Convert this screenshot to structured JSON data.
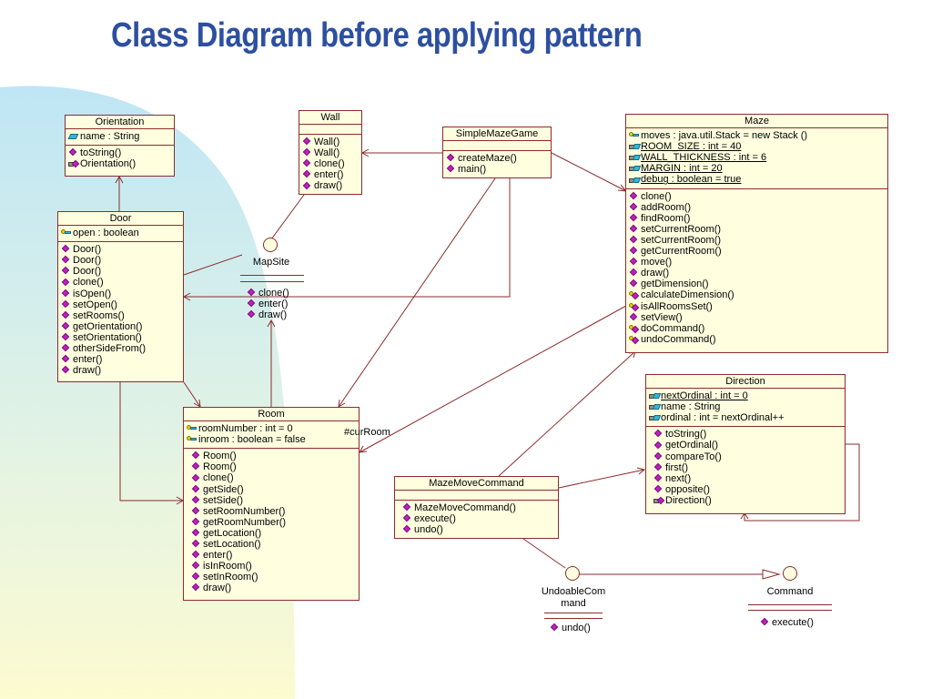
{
  "title": "Class Diagram before applying pattern",
  "colors": {
    "title": "#2d4fa0",
    "class_fill": "#ffffe0",
    "class_border": "#8a2c2c",
    "line": "#8a2c2c",
    "bg_arc_top": "#bfe6f5",
    "bg_arc_bottom": "#fdfbd0"
  },
  "classes": {
    "orientation": {
      "name": "Orientation",
      "attributes": [
        {
          "icon": "field-icon",
          "text": "name : String"
        }
      ],
      "operations": [
        {
          "icon": "method-icon",
          "text": "toString()"
        },
        {
          "icon": "private-method-icon",
          "text": "Orientation()"
        }
      ]
    },
    "wall": {
      "name": "Wall",
      "operations": [
        {
          "icon": "method-icon",
          "text": "Wall()"
        },
        {
          "icon": "method-icon",
          "text": "Wall()"
        },
        {
          "icon": "method-icon",
          "text": "clone()"
        },
        {
          "icon": "method-icon",
          "text": "enter()"
        },
        {
          "icon": "method-icon",
          "text": "draw()"
        }
      ]
    },
    "simplemazegame": {
      "name": "SimpleMazeGame",
      "operations": [
        {
          "icon": "method-icon",
          "text": "createMaze()"
        },
        {
          "icon": "method-icon",
          "text": "main()"
        }
      ]
    },
    "maze": {
      "name": "Maze",
      "attributes": [
        {
          "icon": "protected-field-icon",
          "text": "moves : java.util.Stack = new Stack ()",
          "static": false
        },
        {
          "icon": "private-field-icon",
          "text": "ROOM_SIZE : int = 40",
          "static": true
        },
        {
          "icon": "private-field-icon",
          "text": "WALL_THICKNESS : int = 6",
          "static": true
        },
        {
          "icon": "private-field-icon",
          "text": "MARGIN : int = 20",
          "static": true
        },
        {
          "icon": "private-field-icon",
          "text": "debug : boolean = true",
          "static": true
        }
      ],
      "operations": [
        {
          "icon": "method-icon",
          "text": "clone()"
        },
        {
          "icon": "method-icon",
          "text": "addRoom()"
        },
        {
          "icon": "method-icon",
          "text": "findRoom()"
        },
        {
          "icon": "method-icon",
          "text": "setCurrentRoom()"
        },
        {
          "icon": "method-icon",
          "text": "setCurrentRoom()"
        },
        {
          "icon": "method-icon",
          "text": "getCurrentRoom()"
        },
        {
          "icon": "method-icon",
          "text": "move()"
        },
        {
          "icon": "method-icon",
          "text": "draw()"
        },
        {
          "icon": "method-icon",
          "text": "getDimension()"
        },
        {
          "icon": "protected-method-icon",
          "text": "calculateDimension()"
        },
        {
          "icon": "protected-method-icon",
          "text": "isAllRoomsSet()"
        },
        {
          "icon": "method-icon",
          "text": "setView()"
        },
        {
          "icon": "protected-method-icon",
          "text": "doCommand()"
        },
        {
          "icon": "protected-method-icon",
          "text": "undoCommand()"
        }
      ]
    },
    "door": {
      "name": "Door",
      "attributes": [
        {
          "icon": "protected-field-icon",
          "text": "open : boolean"
        }
      ],
      "operations": [
        {
          "icon": "method-icon",
          "text": "Door()"
        },
        {
          "icon": "method-icon",
          "text": "Door()"
        },
        {
          "icon": "method-icon",
          "text": "Door()"
        },
        {
          "icon": "method-icon",
          "text": "clone()"
        },
        {
          "icon": "method-icon",
          "text": "isOpen()"
        },
        {
          "icon": "method-icon",
          "text": "setOpen()"
        },
        {
          "icon": "method-icon",
          "text": "setRooms()"
        },
        {
          "icon": "method-icon",
          "text": "getOrientation()"
        },
        {
          "icon": "method-icon",
          "text": "setOrientation()"
        },
        {
          "icon": "method-icon",
          "text": "otherSideFrom()"
        },
        {
          "icon": "method-icon",
          "text": "enter()"
        },
        {
          "icon": "method-icon",
          "text": "draw()"
        }
      ]
    },
    "room": {
      "name": "Room",
      "attributes": [
        {
          "icon": "protected-field-icon",
          "text": "roomNumber : int = 0"
        },
        {
          "icon": "protected-field-icon",
          "text": "inroom : boolean = false"
        }
      ],
      "operations": [
        {
          "icon": "method-icon",
          "text": "Room()"
        },
        {
          "icon": "method-icon",
          "text": "Room()"
        },
        {
          "icon": "method-icon",
          "text": "clone()"
        },
        {
          "icon": "method-icon",
          "text": "getSide()"
        },
        {
          "icon": "method-icon",
          "text": "setSide()"
        },
        {
          "icon": "method-icon",
          "text": "setRoomNumber()"
        },
        {
          "icon": "method-icon",
          "text": "getRoomNumber()"
        },
        {
          "icon": "method-icon",
          "text": "getLocation()"
        },
        {
          "icon": "method-icon",
          "text": "setLocation()"
        },
        {
          "icon": "method-icon",
          "text": "enter()"
        },
        {
          "icon": "method-icon",
          "text": "isInRoom()"
        },
        {
          "icon": "method-icon",
          "text": "setInRoom()"
        },
        {
          "icon": "method-icon",
          "text": "draw()"
        }
      ]
    },
    "direction": {
      "name": "Direction",
      "attributes": [
        {
          "icon": "private-field-icon",
          "text": "nextOrdinal : int = 0",
          "static": true
        },
        {
          "icon": "private-field-icon",
          "text": "name : String",
          "static": false
        },
        {
          "icon": "private-field-icon",
          "text": "ordinal : int = nextOrdinal++",
          "static": false
        }
      ],
      "operations": [
        {
          "icon": "method-icon",
          "text": "toString()"
        },
        {
          "icon": "method-icon",
          "text": "getOrdinal()"
        },
        {
          "icon": "method-icon",
          "text": "compareTo()"
        },
        {
          "icon": "method-icon",
          "text": "first()"
        },
        {
          "icon": "method-icon",
          "text": "next()"
        },
        {
          "icon": "method-icon",
          "text": "opposite()"
        },
        {
          "icon": "private-method-icon",
          "text": "Direction()"
        }
      ]
    },
    "mazemovecommand": {
      "name": "MazeMoveCommand",
      "operations": [
        {
          "icon": "method-icon",
          "text": "MazeMoveCommand()"
        },
        {
          "icon": "method-icon",
          "text": "execute()"
        },
        {
          "icon": "method-icon",
          "text": "undo()"
        }
      ]
    }
  },
  "interfaces": {
    "mapsite": {
      "name": "MapSite",
      "operations": [
        {
          "icon": "method-icon",
          "text": "clone()"
        },
        {
          "icon": "method-icon",
          "text": "enter()"
        },
        {
          "icon": "method-icon",
          "text": "draw()"
        }
      ]
    },
    "undoablecommand": {
      "name_line1": "UndoableCom",
      "name_line2": "mand",
      "operations": [
        {
          "icon": "method-icon",
          "text": "undo()"
        }
      ]
    },
    "command": {
      "name": "Command",
      "operations": [
        {
          "icon": "method-icon",
          "text": "execute()"
        }
      ]
    }
  },
  "association_labels": {
    "cur_room": "#curRoom"
  }
}
